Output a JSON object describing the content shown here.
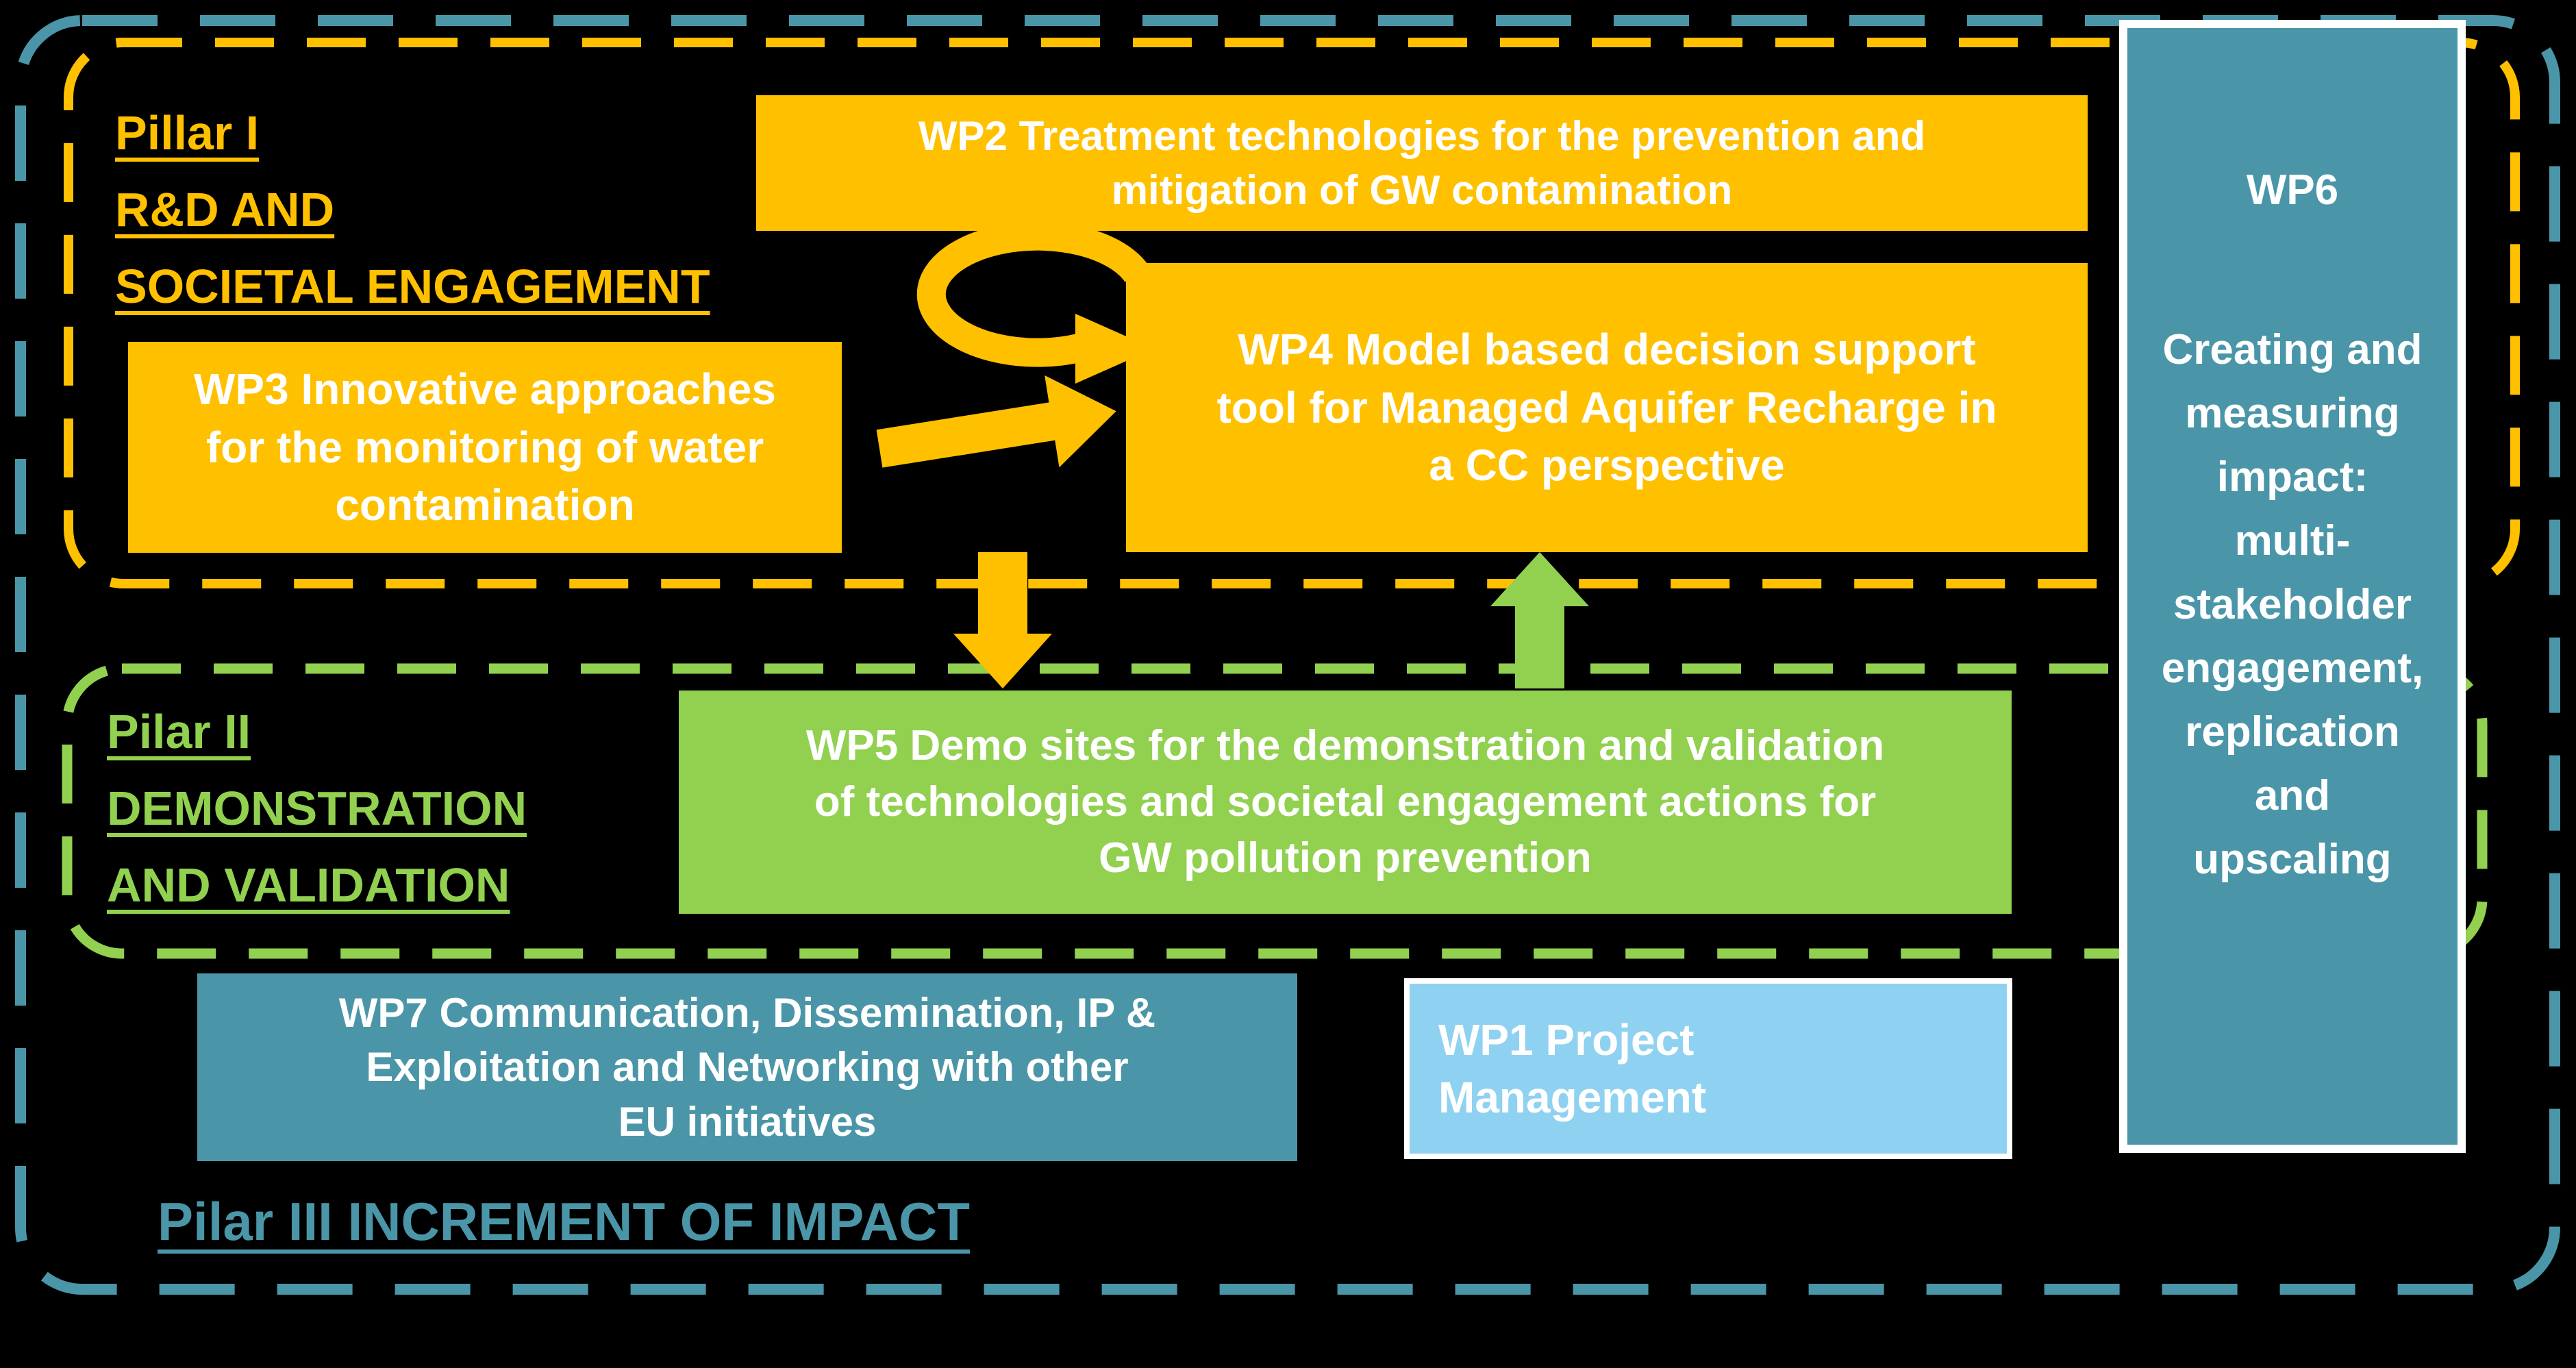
{
  "colors": {
    "background": "#000000",
    "orange": "#FFC000",
    "green": "#92D050",
    "teal": "#4A96A8",
    "light_blue": "#8FD1F1",
    "text_white": "#FFFFFF"
  },
  "pillar1": {
    "label_lines": [
      "Pillar I",
      "R&D AND",
      "SOCIETAL ENGAGEMENT"
    ]
  },
  "pillar2": {
    "label_lines": [
      "Pilar II",
      "DEMONSTRATION",
      "AND VALIDATION"
    ]
  },
  "pillar3": {
    "label": "Pilar III INCREMENT OF IMPACT"
  },
  "boxes": {
    "wp2": {
      "text": "WP2 Treatment technologies for the prevention and\nmitigation of GW contamination"
    },
    "wp3": {
      "text": "WP3 Innovative approaches\nfor the monitoring of water\ncontamination"
    },
    "wp4": {
      "text": "WP4 Model based decision support\ntool for Managed Aquifer Recharge in\na CC perspective"
    },
    "wp5": {
      "text": "WP5 Demo sites for the demonstration and validation\nof technologies and societal engagement actions for\nGW pollution prevention"
    },
    "wp6": {
      "title": "WP6",
      "text": "Creating and\nmeasuring\nimpact:\nmulti-\nstakeholder\nengagement,\nreplication\nand\nupscaling"
    },
    "wp7": {
      "text": "WP7 Communication, Dissemination, IP &\nExploitation and Networking with other\nEU initiatives"
    },
    "wp1": {
      "text": "WP1 Project\nManagement"
    }
  }
}
